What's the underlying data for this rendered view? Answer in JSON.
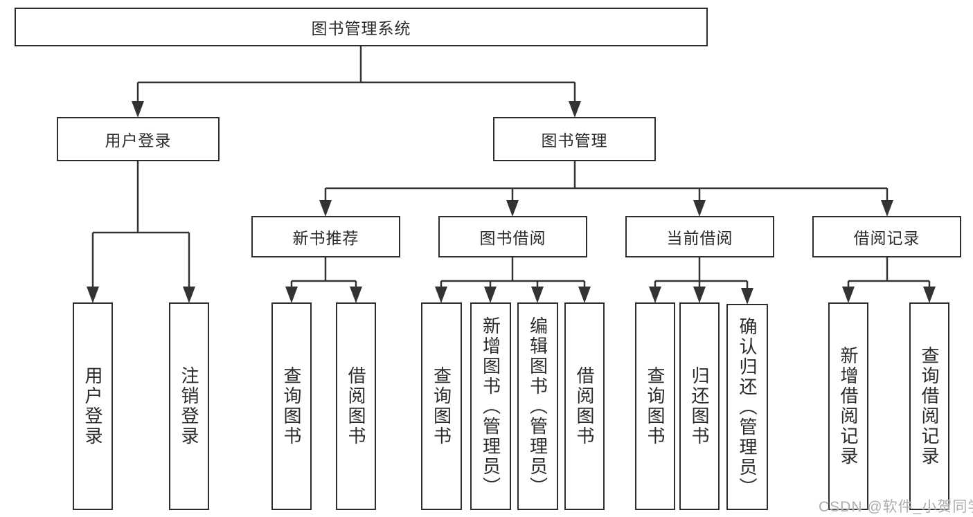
{
  "diagram": {
    "title": "图书管理系统",
    "type": "function-structure-tree",
    "nodes": {
      "root": {
        "label": "图书管理系统"
      },
      "user_login": {
        "label": "用户登录"
      },
      "book_management": {
        "label": "图书管理"
      },
      "new_book_recommend": {
        "label": "新书推荐"
      },
      "book_borrowing": {
        "label": "图书借阅"
      },
      "current_borrowing": {
        "label": "当前借阅"
      },
      "borrowing_records": {
        "label": "借阅记录"
      },
      "leaf_user_login": {
        "label": "用户登录"
      },
      "leaf_logout": {
        "label": "注销登录"
      },
      "leaf_query_book_recommend": {
        "label": "查询图书"
      },
      "leaf_borrow_book_recommend": {
        "label": "借阅图书"
      },
      "leaf_query_book_borrowing": {
        "label": "查询图书"
      },
      "leaf_add_book_admin": {
        "label": "新增图书（管理员）"
      },
      "leaf_edit_book_admin": {
        "label": "编辑图书（管理员）"
      },
      "leaf_borrow_book_borrowing": {
        "label": "借阅图书"
      },
      "leaf_query_book_current": {
        "label": "查询图书"
      },
      "leaf_return_book": {
        "label": "归还图书"
      },
      "leaf_confirm_return_admin": {
        "label": "确认归还（管理员）"
      },
      "leaf_add_borrow_record": {
        "label": "新增借阅记录"
      },
      "leaf_query_borrow_record": {
        "label": "查询借阅记录"
      }
    },
    "hierarchy": {
      "图书管理系统": [
        "用户登录",
        "图书管理"
      ],
      "用户登录": [
        "用户登录",
        "注销登录"
      ],
      "图书管理": [
        "新书推荐",
        "图书借阅",
        "当前借阅",
        "借阅记录"
      ],
      "新书推荐": [
        "查询图书",
        "借阅图书"
      ],
      "图书借阅": [
        "查询图书",
        "新增图书（管理员）",
        "编辑图书（管理员）",
        "借阅图书"
      ],
      "当前借阅": [
        "查询图书",
        "归还图书",
        "确认归还（管理员）"
      ],
      "借阅记录": [
        "新增借阅记录",
        "查询借阅记录"
      ]
    },
    "colors": {
      "line": "#333333",
      "box_border": "#2e2e2e",
      "text": "#2b2b2e",
      "background": "#ffffff",
      "watermark": "#adadad"
    }
  },
  "watermark": {
    "text": "CSDN @软件_小贺同学"
  }
}
